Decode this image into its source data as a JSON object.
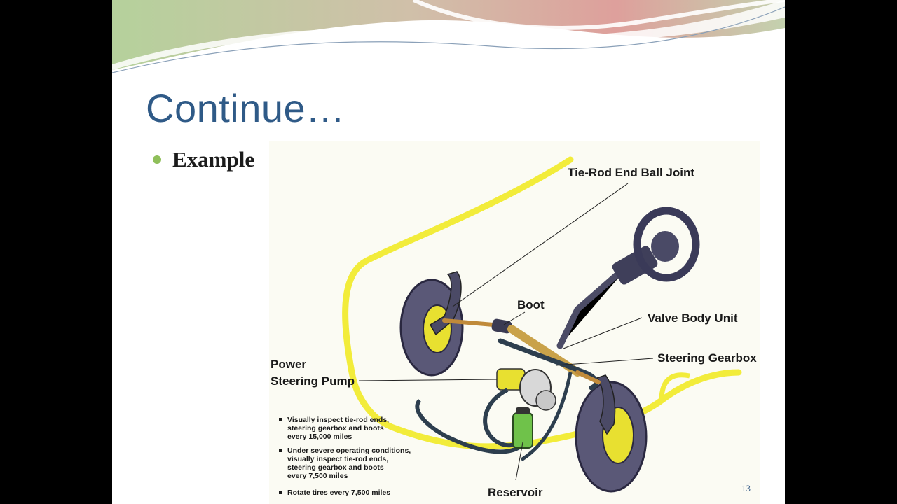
{
  "slide": {
    "title": "Continue…",
    "bullet": "Example",
    "page_number": "13",
    "colors": {
      "title": "#2f5a87",
      "bullet_dot": "#8fbf5a",
      "swoosh_green": "#a8c98a",
      "swoosh_red": "#d88f8a"
    }
  },
  "diagram": {
    "labels": {
      "tie_rod": "Tie-Rod End Ball Joint",
      "boot": "Boot",
      "valve": "Valve Body Unit",
      "gearbox": "Steering Gearbox",
      "pump_line1": "Power",
      "pump_line2": "Steering Pump",
      "reservoir": "Reservoir"
    },
    "notes": [
      [
        "Visually inspect tie-rod ends,",
        "steering gearbox and boots",
        "every 15,000 miles"
      ],
      [
        "Under severe operating conditions,",
        "visually inspect tie-rod ends,",
        "steering gearbox and boots",
        "every 7,500 miles"
      ],
      [
        "Rotate tires every 7,500 miles"
      ]
    ]
  }
}
